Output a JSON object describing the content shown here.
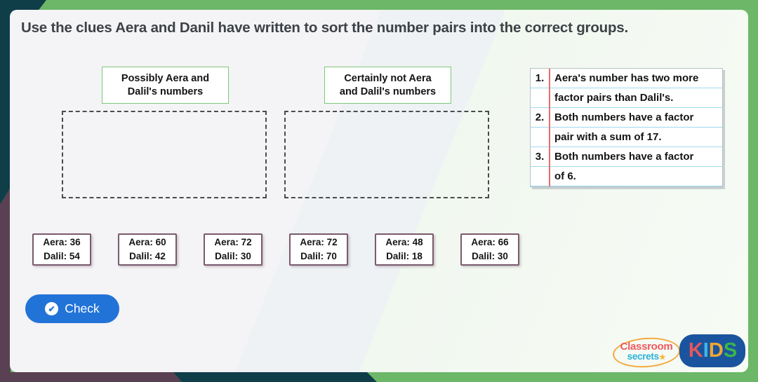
{
  "title": "Use the clues Aera and Danil have written to sort the number pairs into the correct groups.",
  "groups": [
    {
      "line1": "Possibly Aera and",
      "line2": "Dalil's numbers"
    },
    {
      "line1": "Certainly not Aera",
      "line2": "and Dalil's numbers"
    }
  ],
  "clue_rows": [
    {
      "num": "1.",
      "text": "Aera's number has two more"
    },
    {
      "num": "",
      "text": "factor pairs than Dalil's."
    },
    {
      "num": "2.",
      "text": "Both numbers have a factor"
    },
    {
      "num": "",
      "text": "pair with a sum of 17."
    },
    {
      "num": "3.",
      "text": "Both numbers have a factor"
    },
    {
      "num": "",
      "text": "of 6."
    }
  ],
  "cards": [
    {
      "line1": "Aera: 36",
      "line2": "Dalil: 54"
    },
    {
      "line1": "Aera: 60",
      "line2": "Dalil: 42"
    },
    {
      "line1": "Aera: 72",
      "line2": "Dalil: 30"
    },
    {
      "line1": "Aera: 72",
      "line2": "Dalil: 70"
    },
    {
      "line1": "Aera: 48",
      "line2": "Dalil: 18"
    },
    {
      "line1": "Aera: 66",
      "line2": "Dalil: 30"
    }
  ],
  "check_button": {
    "label": "Check",
    "icon_name": "check-circle-icon",
    "icon_glyph": "✔"
  },
  "branding": {
    "classroom": "Classroom",
    "secrets": "secrets",
    "star_glyph": "★",
    "kids_letters": [
      "K",
      "I",
      "D",
      "S"
    ]
  },
  "colors": {
    "frame_green": "#6cb868",
    "corner_teal": "#0f3e49",
    "corner_purple": "#5a4053",
    "accent_blue": "#2273d8",
    "pair_card_border": "#7a5a6e",
    "group_box_border": "#7cc879",
    "paper_line_blue": "#9fd9ee",
    "paper_margin_red": "#ef6a6a",
    "kids_navy": "#1b549e"
  }
}
